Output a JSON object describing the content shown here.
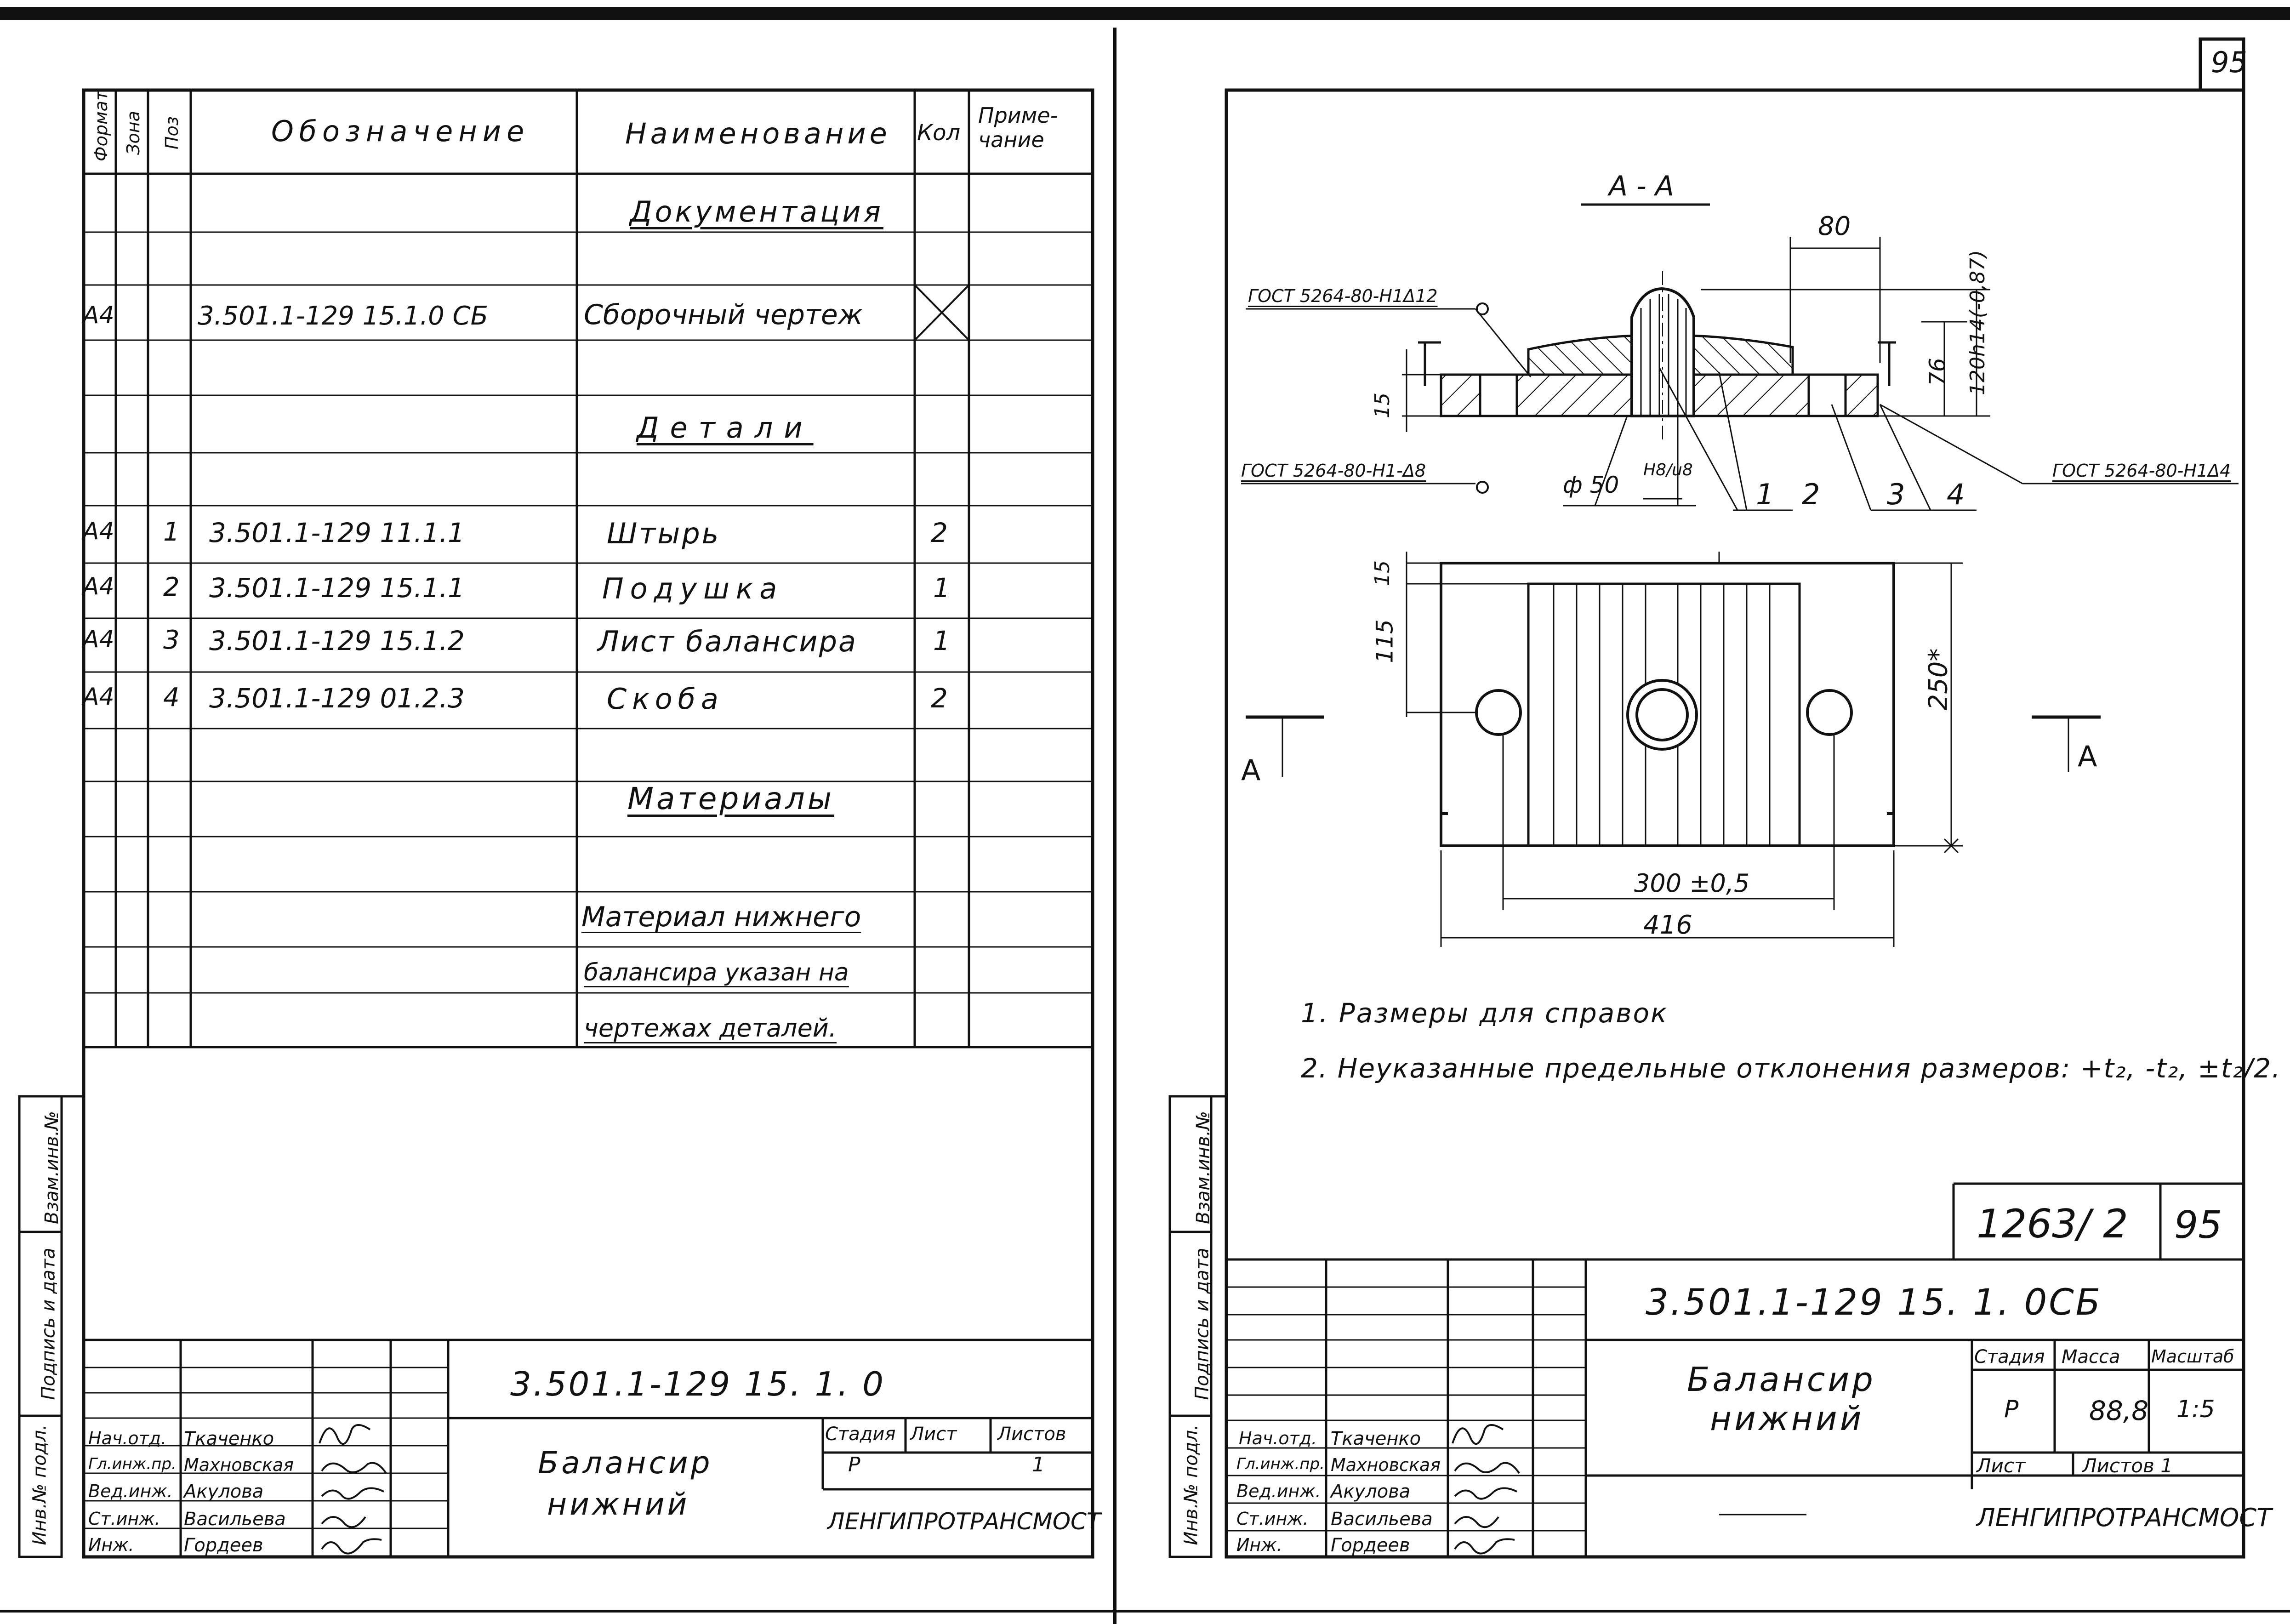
{
  "page_number": "95",
  "left_sheet": {
    "spec_headers": {
      "format": "Формат",
      "zone": "Зона",
      "pos": "Поз",
      "designation": "Обозначение",
      "name": "Наименование",
      "qty": "Кол",
      "note": "Приме-\nчание"
    },
    "sections": {
      "documentation": "Документация",
      "details": "Детали",
      "materials": "Материалы"
    },
    "doc_row": {
      "format": "А4",
      "designation": "3.501.1-129 15.1.0 СБ",
      "name": "Сборочный чертеж"
    },
    "parts": [
      {
        "format": "А4",
        "pos": "1",
        "designation": "3.501.1-129 11.1.1",
        "name": "Штырь",
        "qty": "2"
      },
      {
        "format": "А4",
        "pos": "2",
        "designation": "3.501.1-129 15.1.1",
        "name": "Подушка",
        "qty": "1"
      },
      {
        "format": "А4",
        "pos": "3",
        "designation": "3.501.1-129 15.1.2",
        "name": "Лист балансира",
        "qty": "1"
      },
      {
        "format": "А4",
        "pos": "4",
        "designation": "3.501.1-129 01.2.3",
        "name": "Скоба",
        "qty": "2"
      }
    ],
    "material_note": [
      "Материал нижнего",
      "балансира указан на",
      "чертежах деталей."
    ],
    "title_block": {
      "code": "3.501.1-129   15.   1. 0",
      "title_line1": "Балансир",
      "title_line2": "нижний",
      "stage_label": "Стадия",
      "sheet_label": "Лист",
      "sheets_label": "Листов",
      "stage": "Р",
      "sheets": "1",
      "org": "ЛЕНГИПРОТРАНСМОСТ"
    },
    "side_labels": [
      "Инв.№ подл.",
      "Подпись и дата",
      "Взам.инв.№"
    ]
  },
  "staff": [
    {
      "role": "Нач.отд.",
      "name": "Ткаченко"
    },
    {
      "role": "Гл.инж.пр.",
      "name": "Махновская"
    },
    {
      "role": "Вед.инж.",
      "name": "Акулова"
    },
    {
      "role": "Ст.инж.",
      "name": "Васильева"
    },
    {
      "role": "Инж.",
      "name": "Гордеев"
    }
  ],
  "right_sheet": {
    "section_label": "А - А",
    "weld_top": "ГОСТ 5264-80-Н1Δ12",
    "weld_bottom": "ГОСТ 5264-80-Н1-Δ8",
    "weld_right": "ГОСТ 5264-80-Н1Δ4",
    "dim_80": "80",
    "dim_120": "120h14(-0,87)",
    "dim_76": "76",
    "dim_15a": "15",
    "dim_phi": "ф 50",
    "fit": "Н8/u8",
    "leaders": [
      "1",
      "2",
      "3",
      "4"
    ],
    "dim_15b": "15",
    "dim_115": "115",
    "dim_250": "250*",
    "dim_300": "300 ±0,5",
    "dim_416": "416",
    "cut_a": "А",
    "notes": [
      "1.  Размеры для справок",
      "2. Неуказанные предельные  отклонения размеров: +t₂, -t₂, ±t₂/2."
    ],
    "album": "1263/ 2",
    "album_page": "95",
    "title_block": {
      "code": "3.501.1-129   15. 1. 0СБ",
      "title_line1": "Балансир",
      "title_line2": "нижний",
      "stage_label": "Стадия",
      "mass_label": "Масса",
      "scale_label": "Масштаб",
      "stage": "Р",
      "mass": "88,8",
      "scale": "1:5",
      "sheet_label": "Лист",
      "sheets_label": "Листов 1",
      "org": "ЛЕНГИПРОТРАНСМОСТ"
    },
    "side_labels": [
      "Инв.№ подл.",
      "Подпись и дата",
      "Взам.инв.№"
    ]
  }
}
